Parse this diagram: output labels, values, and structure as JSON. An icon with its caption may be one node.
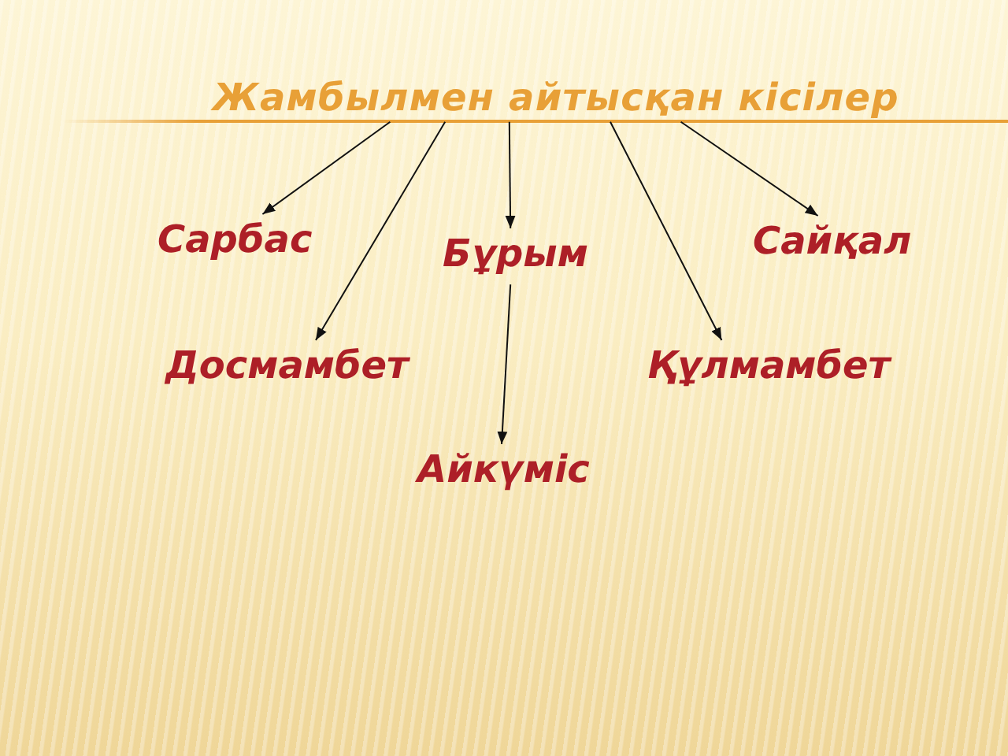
{
  "diagram": {
    "nodes": [
      {
        "text": [
          "Жамбылмен айтысқан кісілер"
        ]
      },
      {
        "text": [
          "Сарбас"
        ]
      },
      {
        "text": [
          "Бұрым"
        ]
      },
      {
        "text": [
          "Сайқал"
        ]
      },
      {
        "text": [
          "Досмамбет"
        ]
      },
      {
        "text": [
          "Құлмамбет"
        ]
      },
      {
        "text": [
          "Айкүміс"
        ]
      }
    ],
    "edges": [
      {
        "from": 0,
        "to": 1,
        "arrow": "to"
      },
      {
        "from": 0,
        "to": 4,
        "arrow": "to"
      },
      {
        "from": 0,
        "to": 2,
        "arrow": "to"
      },
      {
        "from": 0,
        "to": 5,
        "arrow": "to"
      },
      {
        "from": 0,
        "to": 3,
        "arrow": "to"
      },
      {
        "from": 2,
        "to": 6,
        "arrow": "to"
      }
    ]
  }
}
